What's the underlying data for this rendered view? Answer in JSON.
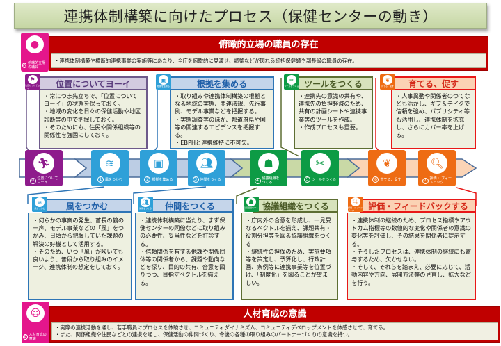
{
  "title": "連携体制構築に向けたプロセス（保健センターの動き）",
  "top_banner": {
    "icon": {
      "name": "people-hierarchy-icon",
      "letter": "A",
      "label": "俯瞰的立場の職員"
    },
    "heading": "俯瞰的立場の職員の存在",
    "text": "・連携体制構築や横断的連携事業の実施等にあたり、全庁を俯瞰的に見渡せ、調整などが図れる統括保健師や部長級の職員の存在。"
  },
  "top_cards": [
    {
      "id": "position",
      "color": "purple",
      "icon_label": "位置についてヨーイ",
      "heading": "位置についてヨーイ",
      "body": [
        "・常につま先立ちで、「位置についてヨーイ」の状態を保っておく。",
        "・地域の変化を日々の保健活動や地区診断等の中で把握しておく。",
        "・そのためにも、住民や関係組織等の関係性を強固にしておく。"
      ]
    },
    {
      "id": "evidence",
      "color": "blue",
      "icon_label": "根拠を集める",
      "heading": "根拠を集める",
      "body": [
        "・取り組みや連携体制構築の根拠となる地域の実態、関連法規、先行事例、モデル事業などを把握する。",
        "・実態調査等のほか、都道府県や国等の関連するエビデンスを把握する。",
        "・EBPHと連携維持に不可欠。"
      ]
    },
    {
      "id": "tools",
      "color": "green",
      "icon_label": "ツールをつくる",
      "heading": "ツールをつくる",
      "body": [
        "・連携先の意識の共有や、連携先の負担軽減のため、共有の計画シートや連携事業等のツールを作成。",
        "・作成プロセスも重要。"
      ]
    },
    {
      "id": "nurture",
      "color": "orange",
      "icon_label": "育てる、促す",
      "heading": "育てる、促す",
      "body": [
        "・人事異動や関係者のつてなども活かし、ギブ＆テイクで信頼を強め、パブリシティ等も活用し、連携体制を拡充し、さらにカバー率を上げる。"
      ]
    }
  ],
  "steps": [
    {
      "num": "0",
      "label": "位置について ヨーイ",
      "icon": "runner-icon",
      "color": "#8e1b8c"
    },
    {
      "num": "1",
      "label": "風をつかむ",
      "icon": "wind-hand-icon",
      "color": "#2fa0d8"
    },
    {
      "num": "2",
      "label": "根拠を集める",
      "icon": "presentation-icon",
      "color": "#2fa0d8"
    },
    {
      "num": "3",
      "label": "仲間をつくる",
      "icon": "group-icon",
      "color": "#2fa0d8"
    },
    {
      "num": "4",
      "label": "協議組織を つくる",
      "icon": "meeting-icon",
      "color": "#0d9b45"
    },
    {
      "num": "5",
      "label": "ツールをつくる",
      "icon": "scissors-ruler-icon",
      "color": "#0d9b45"
    },
    {
      "num": "6",
      "label": "育てる、促す",
      "icon": "sprout-hand-icon",
      "color": "#ee6c14"
    },
    {
      "num": "7",
      "label": "評価・ フィードバック",
      "icon": "document-search-icon",
      "color": "#ee6c14"
    }
  ],
  "bottom_cards": [
    {
      "id": "wind",
      "color": "blue",
      "icon_label": "風をつかむ",
      "heading": "風をつかむ",
      "body": [
        "・何らかの事案の発生、首長の鶴の一声、モデル事業などの「風」をつかみ、日頃から把握していた課題の解決の好機として活用する。",
        "・そのため、いつ「風」が吹いても良いよう、普段から取り組みのイメージ、連携体制の想定をしておく。"
      ]
    },
    {
      "id": "peers",
      "color": "blue",
      "icon_label": "仲間をつくる",
      "heading": "仲間をつくる",
      "body": [
        "・連携体制構築に当たり、まず保健センターの同僚などに取り組みの必要性、妥当性などを打診する。",
        "・信頼関係を有する他課や関係団体等の関係者から、課題や動向などを探り、目的の共有、合意を図りつつ、目指すベクトルを揃える。"
      ]
    },
    {
      "id": "council",
      "color": "green",
      "icon_label": "協議組織をつくる",
      "heading": "協議組織をつくる",
      "body": [
        "・庁内外の合意を形成し、一見異なるベクトルを揃え、課題共有・役割分担等を図る協議組織をつくる",
        "・継続性の担保のため、実施要項等を策定し、予算化し、行政計画、条例等に連携事業等を位置づけ、「制度化」を図ることが望ましい。"
      ]
    },
    {
      "id": "feedback",
      "color": "orange",
      "icon_label": "評価・フィードバック",
      "heading": "評価・フィードバックする",
      "body": [
        "・連携体制の継続のため、プロセス指標やアウトカム指標等の数値的な変化や関係者の意識の変化等を評価し、その結果を関係者に提示する。",
        "・そうしたプロセスは、連携体制の継続にも寄与するため、欠かせない。",
        "・そして、それらを踏まえ、必要に応じて、活動内容や方向、展開方法等の見直し、拡大などを行う。"
      ]
    }
  ],
  "bottom_banner": {
    "icon": {
      "name": "brain-head-icon",
      "letter": "B",
      "label": "人材育成の意識"
    },
    "heading": "人材育成の意識",
    "lines": [
      "・実際の連携活動を通し、若手職員にプロセスを体験させ、コミュニティダイナミズム、コミュニティデベロップメントを体感させて、育てる。",
      "・また、関係組織や住民などとの連携を通し、保健活動の仲間づくり、今後の各種の取り組みのパートナーづくりの意識を持つ。"
    ]
  },
  "colors": {
    "purple": "#8e1b8c",
    "blue": "#2fa0d8",
    "green": "#0d9b45",
    "orange": "#ee6c14",
    "magenta": "#e4168c",
    "banner_red": "#c00000"
  }
}
